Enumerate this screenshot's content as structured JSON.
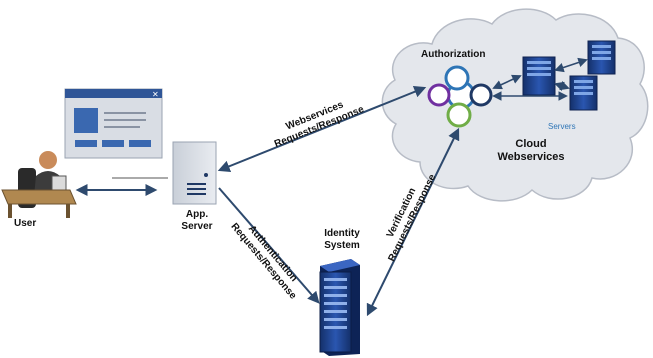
{
  "labels": {
    "user": "User",
    "app_server": [
      "App.",
      "Server"
    ],
    "identity_system": [
      "Identity",
      "System"
    ],
    "authorization": "Authorization",
    "servers": "Servers",
    "cloud": [
      "Cloud",
      "Webservices"
    ],
    "webservices_link": [
      "Webservices",
      "Requests/Response"
    ],
    "authentication_link": [
      "Authentication",
      "Requests/Response"
    ],
    "verification_link": [
      "Verification",
      "Requests/Response"
    ]
  },
  "colors": {
    "cloud_fill": "#e4e7ec",
    "cloud_stroke": "#b7bcc6",
    "arrow": "#2e4a6e",
    "server_blue": "#1d3f86",
    "window_fill": "#d9dde4",
    "window_titlebar": "#2f5597",
    "ring_blue": "#2e75b6",
    "ring_purple": "#7030a0",
    "ring_navy": "#1f3864",
    "ring_green": "#70ad47",
    "servers_text": "#2e75b6"
  },
  "icons": [
    "user-desk-icon",
    "app-window-icon",
    "app-server-icon",
    "identity-server-rack-icon",
    "authorization-cycle-icon",
    "cloud-server-icon"
  ]
}
